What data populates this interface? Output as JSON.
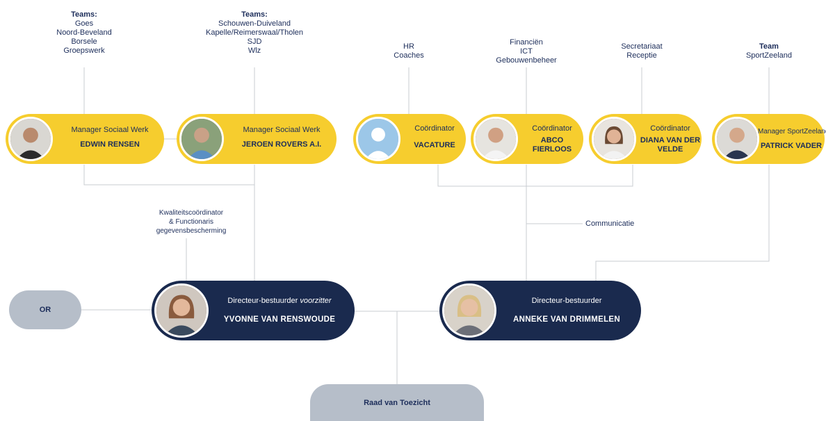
{
  "teams": [
    {
      "head": "Teams:",
      "lines": [
        "Goes",
        "Noord-Beveland",
        "Borsele",
        "Groepswerk"
      ]
    },
    {
      "head": "Teams:",
      "lines": [
        "Schouwen-Duiveland",
        "Kapelle/Reimerswaal/Tholen",
        "SJD",
        "Wlz"
      ]
    },
    {
      "head": "",
      "lines": [
        "HR",
        "Coaches"
      ]
    },
    {
      "head": "",
      "lines": [
        "Financiën",
        "ICT",
        "Gebouwenbeheer"
      ]
    },
    {
      "head": "",
      "lines": [
        "Secretariaat",
        "Receptie"
      ]
    },
    {
      "head": "Team",
      "lines": [
        "SportZeeland"
      ]
    }
  ],
  "managers": [
    {
      "role": "Manager Sociaal Werk",
      "name": "EDWIN RENSEN"
    },
    {
      "role": "Manager Sociaal Werk",
      "name": "JEROEN ROVERS A.I."
    },
    {
      "role": "Coördinator",
      "name": "VACATURE"
    },
    {
      "role": "Coördinator",
      "name_lines": [
        "ABCO",
        "FIERLOOS"
      ]
    },
    {
      "role": "Coördinator",
      "name_lines": [
        "DIANA VAN DER",
        "VELDE"
      ]
    },
    {
      "role": "Manager SportZeeland",
      "name": "PATRICK VADER"
    }
  ],
  "staff": {
    "kwaliteit": [
      "Kwaliteitscoördinator",
      "& Functionaris",
      "gegevensbescherming"
    ],
    "communicatie": "Communicatie"
  },
  "directors": [
    {
      "role_prefix": "Directeur-bestuurder ",
      "role_italic": "voorzitter",
      "name": "YVONNE VAN RENSWOUDE"
    },
    {
      "role_prefix": "Directeur-bestuurder",
      "role_italic": "",
      "name": "ANNEKE VAN DRIMMELEN"
    }
  ],
  "or_label": "OR",
  "rvt_label": "Raad van Toezicht",
  "colors": {
    "yellow": "#f6cd2e",
    "navy": "#1a2a4e",
    "grey": "#b6bec9",
    "line": "#c8ccd2"
  }
}
